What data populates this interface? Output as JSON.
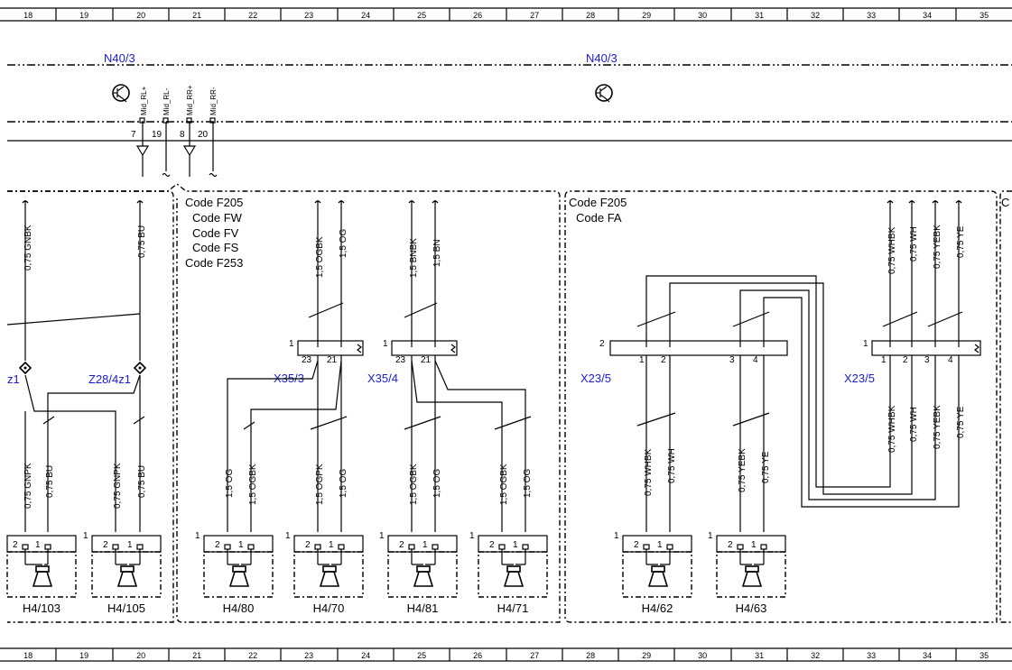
{
  "grid": {
    "top": [
      "18",
      "19",
      "20",
      "21",
      "22",
      "23",
      "24",
      "25",
      "26",
      "27",
      "28",
      "29",
      "30",
      "31",
      "32",
      "33",
      "34",
      "35"
    ],
    "bottom": [
      "18",
      "19",
      "20",
      "21",
      "22",
      "23",
      "24",
      "25",
      "26",
      "27",
      "28",
      "29",
      "30",
      "31",
      "32",
      "33",
      "34",
      "35"
    ]
  },
  "module": {
    "left_label": "N40/3",
    "right_label": "N40/3",
    "pins": [
      {
        "signal": "Mid_RL+",
        "num": "7"
      },
      {
        "signal": "Mid_RL-",
        "num": "19"
      },
      {
        "signal": "Mid_RR+",
        "num": "8"
      },
      {
        "signal": "Mid_RR-",
        "num": "20"
      }
    ]
  },
  "codes": {
    "block_b": [
      "Code F205",
      "Code FW",
      "Code FV",
      "Code FS",
      "Code F253"
    ],
    "block_c": [
      "Code F205",
      "Code FA"
    ],
    "block_d_partial": "C"
  },
  "connectors": {
    "z28_left": "z1",
    "z28_right": "Z28/4z1",
    "x35_3": {
      "label": "X35/3",
      "index": "1",
      "pins": [
        "23",
        "21"
      ]
    },
    "x35_4": {
      "label": "X35/4",
      "index": "1",
      "pins": [
        "23",
        "21"
      ]
    },
    "x23_5_left": {
      "label": "X23/5",
      "index": "2",
      "pins": [
        "1",
        "2",
        "3",
        "4"
      ]
    },
    "x23_5_right": {
      "label": "X23/5",
      "index": "1",
      "pins": [
        "1",
        "2",
        "3",
        "4"
      ]
    }
  },
  "wires": {
    "a_top": [
      "0,75 GNBK",
      "0,75 BU"
    ],
    "a_bot": [
      "0,75 GNPK",
      "0,75 BU",
      "0,75 GNPK",
      "0,75 BU"
    ],
    "b_top": [
      "1,5 OGBK",
      "1,5 OG",
      "1,5 BNBK",
      "1,5 BN"
    ],
    "b_bot": [
      "1,5 OG",
      "1,5 OGBK",
      "1,5 OGPK",
      "1,5 OG",
      "1,5 OGBK",
      "1,5 OG",
      "1,5 OGBK",
      "1,5 OG"
    ],
    "c_top": [
      "0,75 WHBK",
      "0,75 WH",
      "0,75 YEBK",
      "0,75 YE"
    ],
    "c_mid": [
      "0,75 WHBK",
      "0,75 WH",
      "0,75 YEBK",
      "0,75 YE"
    ],
    "c_bot": [
      "0,75 WHBK",
      "0,75 WH",
      "0,75 YEBK",
      "0,75 YE"
    ]
  },
  "speakers": [
    {
      "label": "H4/103",
      "index": ""
    },
    {
      "label": "H4/105",
      "index": "1"
    },
    {
      "label": "H4/80",
      "index": "1"
    },
    {
      "label": "H4/70",
      "index": "1"
    },
    {
      "label": "H4/81",
      "index": "1"
    },
    {
      "label": "H4/71",
      "index": "1"
    },
    {
      "label": "H4/62",
      "index": "1"
    },
    {
      "label": "H4/63",
      "index": "1"
    }
  ],
  "speaker_pins": [
    "2",
    "1"
  ]
}
